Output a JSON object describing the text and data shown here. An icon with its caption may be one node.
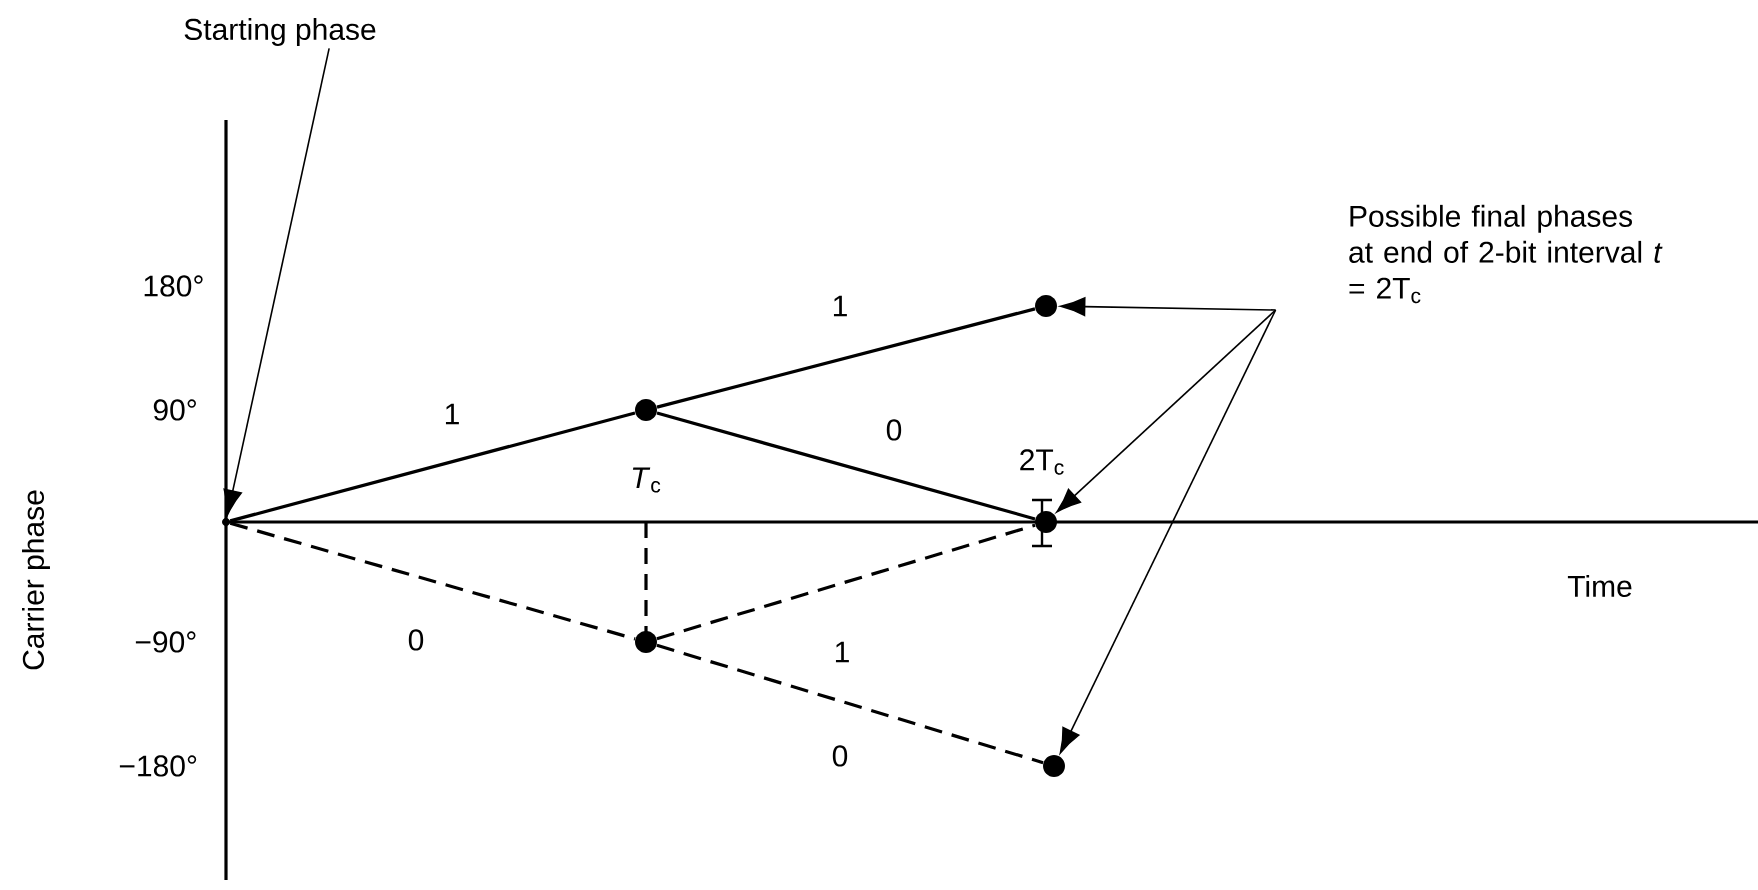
{
  "diagram": {
    "nodes": [
      {
        "text": [
          "Starting phase"
        ]
      },
      {
        "text": [],
        "shape": "point"
      },
      {
        "text": [],
        "shape": "circle"
      },
      {
        "text": [],
        "shape": "circle"
      },
      {
        "text": [],
        "shape": "circle"
      },
      {
        "text": [],
        "shape": "circle"
      },
      {
        "text": [],
        "shape": "circle"
      },
      {
        "text": [
          "Possible final phases at end of 2-bit interval *t* = 2T$_{c}$"
        ]
      }
    ],
    "edges": [
      {
        "from": 0,
        "to": 1,
        "arrow": "to"
      },
      {
        "from": 1,
        "to": 2,
        "arrow": "none",
        "label": "1"
      },
      {
        "from": 2,
        "to": 4,
        "arrow": "none",
        "label": "1"
      },
      {
        "from": 2,
        "to": 5,
        "arrow": "none",
        "label": "0"
      },
      {
        "from": 1,
        "to": 3,
        "arrow": "none",
        "style": "dashed",
        "label": "0"
      },
      {
        "from": 3,
        "to": 5,
        "arrow": "none",
        "style": "dashed",
        "label": "1"
      },
      {
        "from": 3,
        "to": 6,
        "arrow": "none",
        "style": "dashed",
        "label": "0"
      },
      {
        "from": 7,
        "to": 4,
        "arrow": "to"
      },
      {
        "from": 7,
        "to": 5,
        "arrow": "to"
      },
      {
        "from": 7,
        "to": 6,
        "arrow": "to"
      }
    ],
    "labels": [
      "180°",
      "90°",
      "−90°",
      "−180°",
      "Carrier phase",
      "*T*$_{c}$",
      "2T$_{c}$",
      "Time"
    ]
  }
}
